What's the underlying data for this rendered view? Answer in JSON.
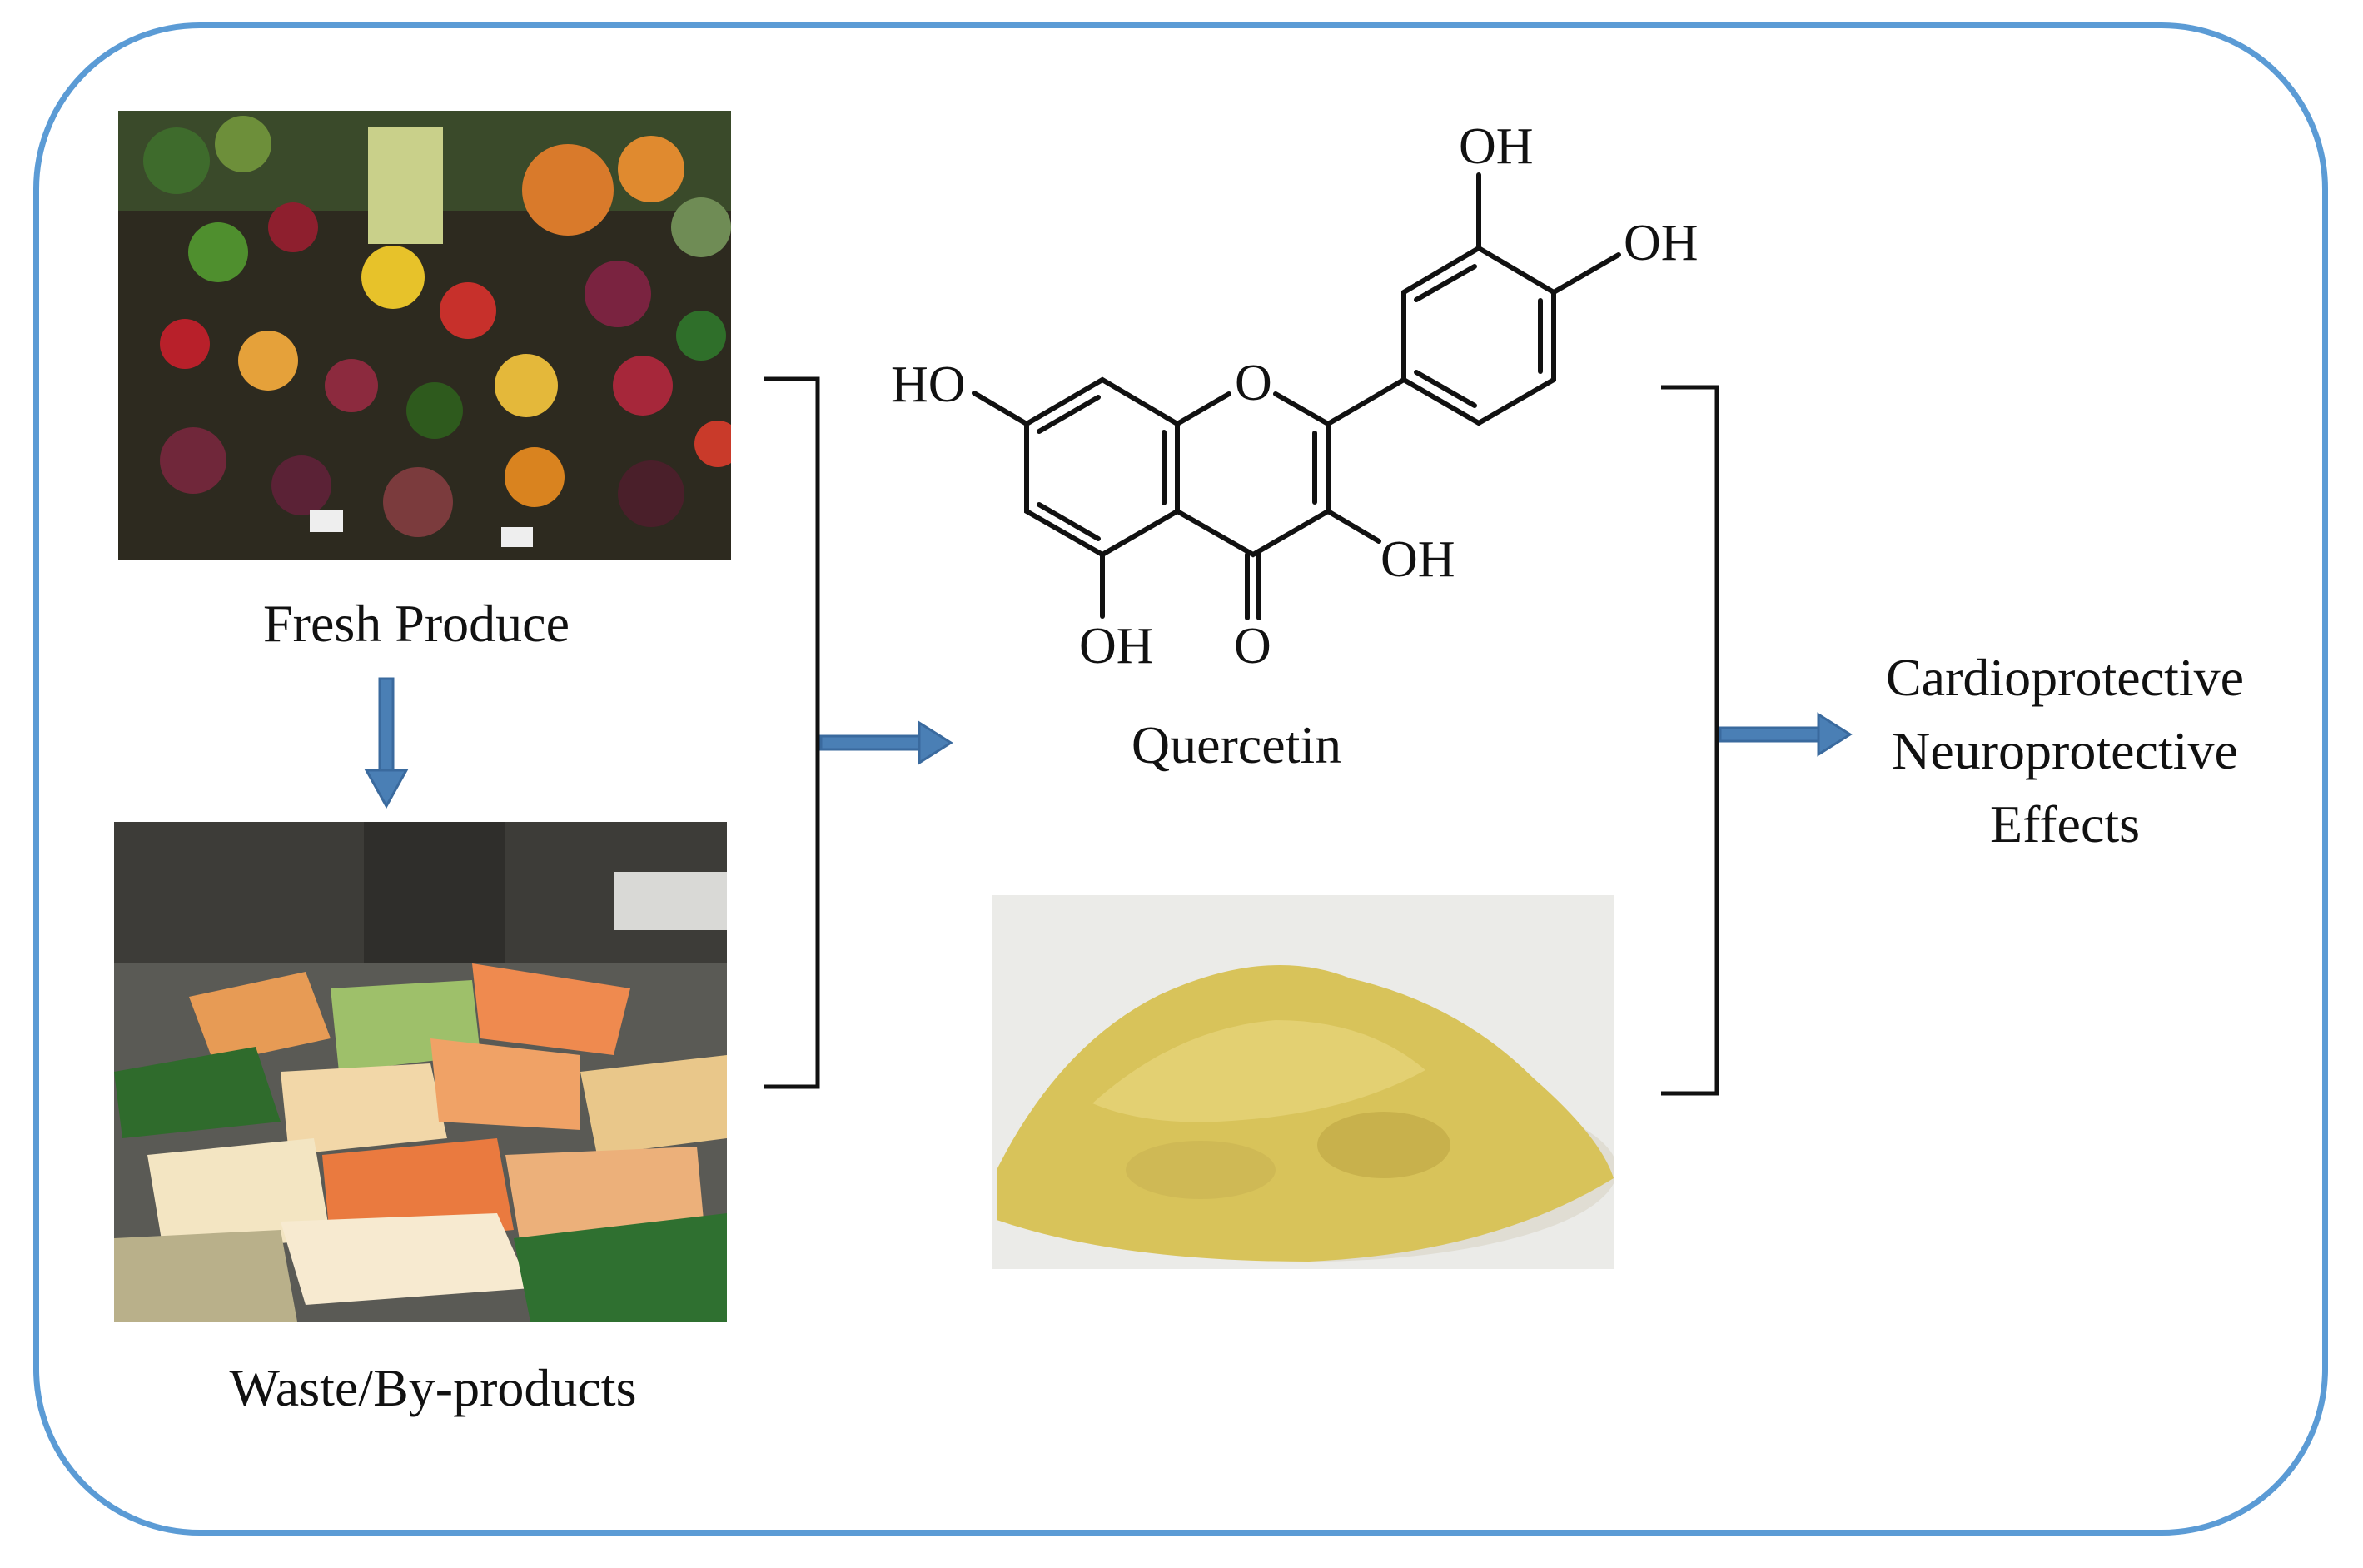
{
  "colors": {
    "frame": "#5b9bd5",
    "arrow": "#4a7fb5",
    "powder": "#d8c35a"
  },
  "images": {
    "fresh_produce": "photo of fresh fruit and vegetable market stall",
    "waste": "photo of discarded papaya peels and fruit waste",
    "powder": "photo of yellow quercetin powder"
  },
  "labels": {
    "fresh_produce": "Fresh Produce",
    "waste": "Waste/By-products",
    "quercetin": "Quercetin"
  },
  "molecule": {
    "atoms": {
      "oh_top": "OH",
      "oh_right": "OH",
      "ho_left": "HO",
      "ring_o": "O",
      "oh_c3": "OH",
      "oh_c5": "OH",
      "keto_o": "O"
    }
  },
  "effects": [
    "Cardioprotective",
    "Neuroprotective",
    "Effects"
  ]
}
